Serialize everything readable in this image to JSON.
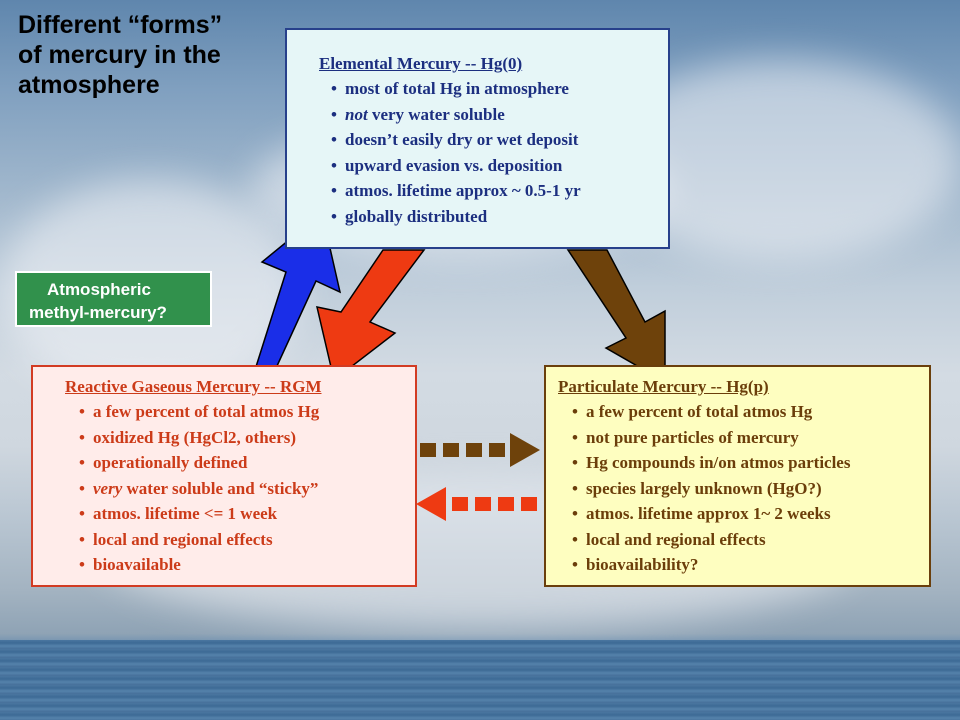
{
  "title": [
    "Different “forms”",
    "of mercury in the",
    "atmosphere"
  ],
  "elemental": {
    "heading": "Elemental Mercury -- Hg(0)",
    "items": [
      {
        "em": "",
        "text": "most of total Hg in atmosphere"
      },
      {
        "em": "not",
        "text": " very water soluble"
      },
      {
        "em": "",
        "text": "doesn’t easily dry or wet deposit"
      },
      {
        "em": "",
        "text": "upward evasion vs. deposition"
      },
      {
        "em": "",
        "text": "atmos. lifetime approx ~ 0.5-1 yr"
      },
      {
        "em": "",
        "text": "globally distributed"
      }
    ]
  },
  "methyl": {
    "line1": "Atmospheric",
    "line2": "methyl-mercury?"
  },
  "rgm": {
    "heading": "Reactive Gaseous Mercury -- RGM",
    "items": [
      {
        "em": "",
        "text": "a few percent of total atmos Hg"
      },
      {
        "em": "",
        "text": "oxidized Hg (HgCl2, others)"
      },
      {
        "em": "",
        "text": "operationally defined"
      },
      {
        "em": "very",
        "text": " water soluble and “sticky”"
      },
      {
        "em": "",
        "text": "atmos. lifetime <= 1 week"
      },
      {
        "em": "",
        "text": "local and regional effects"
      },
      {
        "em": "",
        "text": "bioavailable"
      }
    ]
  },
  "particulate": {
    "heading": "Particulate Mercury -- Hg(p)",
    "items": [
      {
        "em": "",
        "text": "a few percent of total atmos Hg"
      },
      {
        "em": "",
        "text": "not pure particles of mercury"
      },
      {
        "em": "",
        "text": "Hg compounds in/on atmos particles"
      },
      {
        "em": "",
        "text": "species largely unknown (HgO?)"
      },
      {
        "em": "",
        "text": "atmos. lifetime approx 1~ 2 weeks"
      },
      {
        "em": "",
        "text": "local and regional effects"
      },
      {
        "em": "",
        "text": "bioavailability?"
      }
    ]
  },
  "colors": {
    "arrow_up": "#1a2ee8",
    "arrow_down_red": "#ee3a12",
    "arrow_down_brown": "#6e420b",
    "dotted_right": "#6e420b",
    "dotted_left": "#ee3a12"
  }
}
